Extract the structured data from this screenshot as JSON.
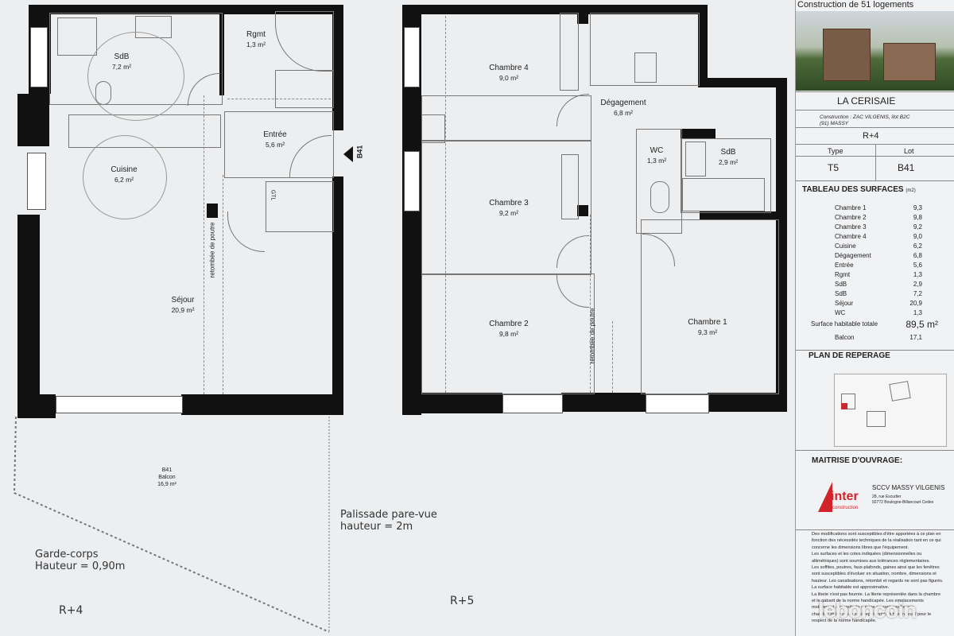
{
  "header": {
    "project": "Construction de 51 logements"
  },
  "plan_r4": {
    "level": "R+4",
    "rooms": [
      {
        "name": "SdB",
        "area": "7,2 m²"
      },
      {
        "name": "Rgmt",
        "area": "1,3 m²"
      },
      {
        "name": "Entrée",
        "area": "5,6 m²"
      },
      {
        "name": "Cuisine",
        "area": "6,2 m²"
      },
      {
        "name": "Séjour",
        "area": "20,9 m²"
      }
    ],
    "entry_tag": "B41",
    "gtl": "GTL",
    "beam_note": "retombée de poutre",
    "balcony": {
      "lot": "B41",
      "name": "Balcon",
      "area": "16,9 m²"
    },
    "palissade": [
      "Palissade pare-vue",
      "hauteur = 2m"
    ],
    "garde_corps": [
      "Garde-corps",
      "Hauteur = 0,90m"
    ]
  },
  "plan_r5": {
    "level": "R+5",
    "rooms": [
      {
        "name": "Chambre 4",
        "area": "9,0 m²"
      },
      {
        "name": "Dégagement",
        "area": "6,8 m²"
      },
      {
        "name": "WC",
        "area": "1,3 m²"
      },
      {
        "name": "SdB",
        "area": "2,9 m²"
      },
      {
        "name": "Chambre 3",
        "area": "9,2 m²"
      },
      {
        "name": "Chambre 2",
        "area": "9,8 m²"
      },
      {
        "name": "Chambre 1",
        "area": "9,3 m²"
      }
    ],
    "beam_note": "retombée de poutre"
  },
  "title_block": {
    "residence": "LA CERISAIE",
    "construction": "Construction : ZAC VILGENIS, îlot B2C",
    "city": "(91) MASSY",
    "level": "R+4",
    "type_label": "Type",
    "lot_label": "Lot",
    "type_value": "T5",
    "lot_value": "B41",
    "surfaces_title": "TABLEAU DES SURFACES",
    "surfaces_unit": "(m2)",
    "surfaces": [
      {
        "name": "Chambre 1",
        "value": "9,3"
      },
      {
        "name": "Chambre 2",
        "value": "9,8"
      },
      {
        "name": "Chambre 3",
        "value": "9,2"
      },
      {
        "name": "Chambre 4",
        "value": "9,0"
      },
      {
        "name": "Cuisine",
        "value": "6,2"
      },
      {
        "name": "Dégagement",
        "value": "6,8"
      },
      {
        "name": "Entrée",
        "value": "5,6"
      },
      {
        "name": "Rgmt",
        "value": "1,3"
      },
      {
        "name": "SdB",
        "value": "2,9"
      },
      {
        "name": "SdB",
        "value": "7,2"
      },
      {
        "name": "Séjour",
        "value": "20,9"
      },
      {
        "name": "WC",
        "value": "1,3"
      }
    ],
    "surface_habitable_label": "Surface habitable totale",
    "surface_habitable_value": "89,5 m²",
    "balcon_label": "Balcon",
    "balcon_value": "17,1",
    "plan_reperage": "PLAN DE REPERAGE",
    "maitrise": "MAITRISE D'OUVRAGE:",
    "client_name": "SCCV MASSY VILGENIS",
    "client_addr1": "28, rue Escudier",
    "client_addr2": "92772 Boulogne-Billancourt Cedex",
    "logo_text": "inter",
    "logo_sub": "construction",
    "disclaimer": [
      "Des modifications sont susceptibles d'être apportées à ce plan en",
      "fonction des nécessités techniques de la réalisation tant en ce qui",
      "concerne les dimensions libres que l'équipement.",
      "Les surfaces et les cotes indiquées (dimensionnelles ou",
      "altimétriques) sont soumises aux tolérances réglementaires.",
      "Les soffites, poutres, faux-plafonds, gaines ainsi que les fenêtres",
      "sont susceptibles d'évoluer en situation, nombre, dimensions et",
      "hauteur. Les canalisations, retombé et regards ne sont pas figurés.",
      "La surface habitable est approximative.",
      "La literie n'est pas fournie. La literie représentée dans la chambre",
      "et le gabarit de la norme handicapée. Les emplacements",
      "mobiliers et appareils de cuisine ne sont pas fournis.",
      "chambre et les ronds sont représentés à titre indicatif pour le",
      "respect de la norme handicapée."
    ],
    "watermark": "leboncoin"
  },
  "colors": {
    "wall": "#111111",
    "paper": "#eceef0",
    "logo_red": "#d2232a",
    "plan_red": "#cc2a2a"
  }
}
